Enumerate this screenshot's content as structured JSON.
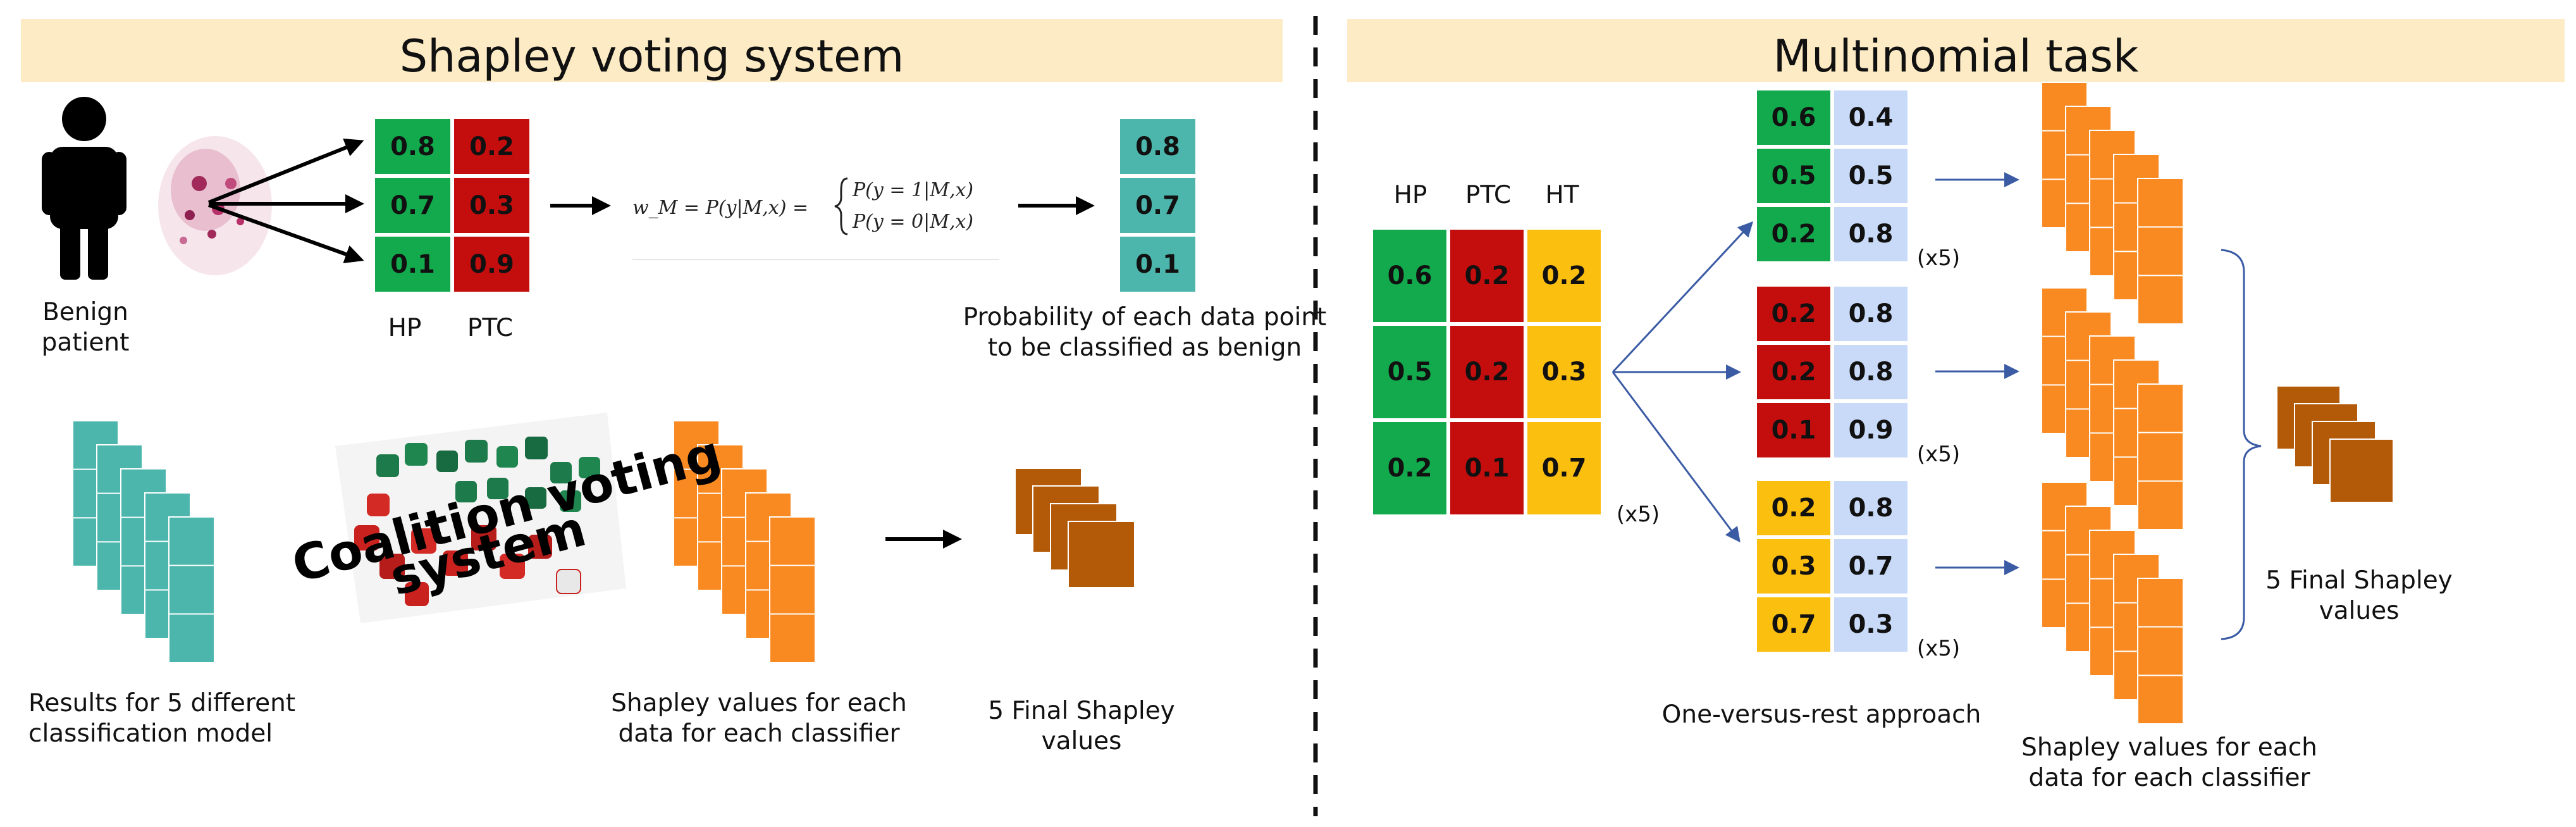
{
  "colors": {
    "green": "#12aa4c",
    "red": "#c40e0e",
    "yellow": "#fbbf10",
    "lightblue": "#c8daf8",
    "teal": "#4db6ac",
    "orange": "#f98a22",
    "brown": "#b35a09",
    "banner": "#fcebc4"
  },
  "left": {
    "title": "Shapley voting system",
    "patient_label_line1": "Benign",
    "patient_label_line2": "patient",
    "matrix": {
      "rows": [
        [
          "0.8",
          "0.2"
        ],
        [
          "0.7",
          "0.3"
        ],
        [
          "0.1",
          "0.9"
        ]
      ],
      "col_labels": [
        "HP",
        "PTC"
      ]
    },
    "formula": {
      "lhs": "w_M = P(y|M,x) =",
      "case1": "P(y = 1|M,x)",
      "case2": "P(y = 0|M,x)"
    },
    "benign_probs": [
      "0.8",
      "0.7",
      "0.1"
    ],
    "benign_caption_line1": "Probability of each data point",
    "benign_caption_line2": "to be classified as benign",
    "coalition_line1": "Coalition voting",
    "coalition_line2": "system",
    "results_caption_line1": "Results for 5 different",
    "results_caption_line2": "classification model",
    "shapley_caption_line1": "Shapley values for each",
    "shapley_caption_line2": "data for each classifier",
    "final_caption_line1": "5 Final Shapley",
    "final_caption_line2": "values"
  },
  "right": {
    "title": "Multinomial task",
    "matrix": {
      "col_labels": [
        "HP",
        "PTC",
        "HT"
      ],
      "rows": [
        [
          "0.6",
          "0.2",
          "0.2"
        ],
        [
          "0.5",
          "0.2",
          "0.3"
        ],
        [
          "0.2",
          "0.1",
          "0.7"
        ]
      ]
    },
    "x5": "(x5)",
    "ovr": [
      {
        "rows": [
          [
            "0.6",
            "0.4"
          ],
          [
            "0.5",
            "0.5"
          ],
          [
            "0.2",
            "0.8"
          ]
        ],
        "color": "green"
      },
      {
        "rows": [
          [
            "0.2",
            "0.8"
          ],
          [
            "0.2",
            "0.8"
          ],
          [
            "0.1",
            "0.9"
          ]
        ],
        "color": "red"
      },
      {
        "rows": [
          [
            "0.2",
            "0.8"
          ],
          [
            "0.3",
            "0.7"
          ],
          [
            "0.7",
            "0.3"
          ]
        ],
        "color": "yellow"
      }
    ],
    "ovr_caption": "One-versus-rest approach",
    "shapley_caption_line1": "Shapley values for each",
    "shapley_caption_line2": "data for each classifier",
    "final_caption_line1": "5 Final Shapley",
    "final_caption_line2": "values"
  }
}
